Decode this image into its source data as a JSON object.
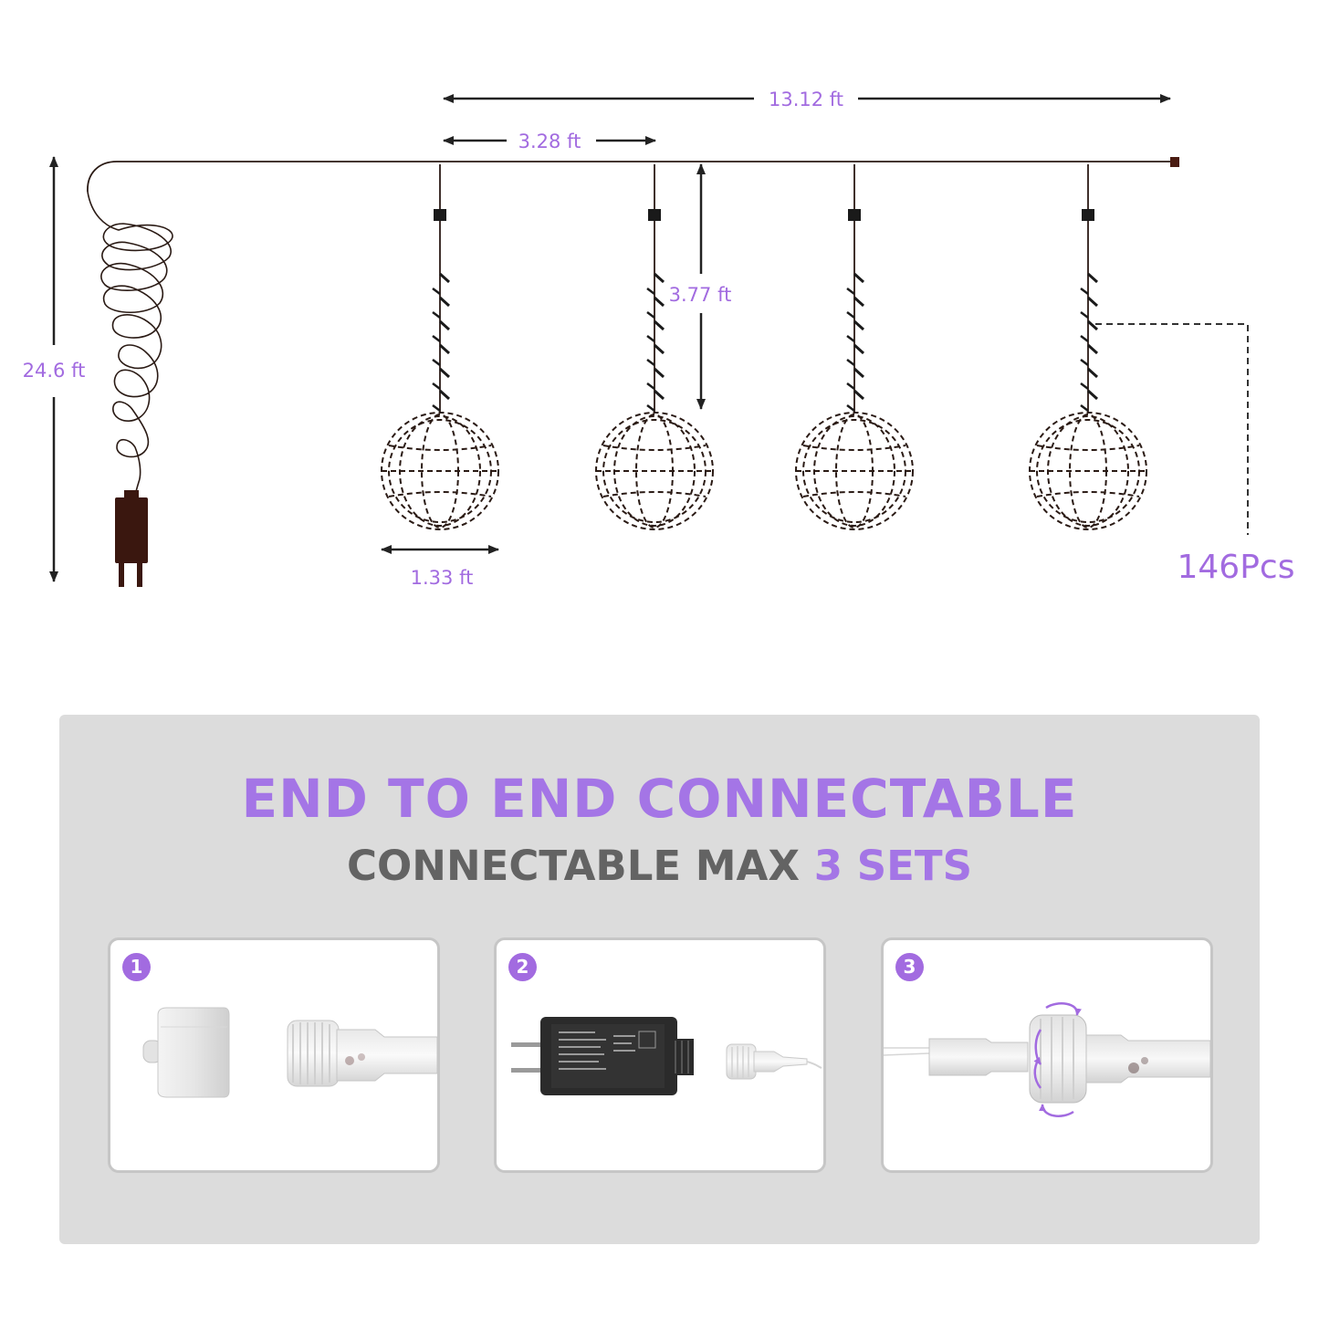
{
  "dimensions": {
    "total_length": "13.12 ft",
    "spacing": "3.28 ft",
    "drop_length": "3.77 ft",
    "lead_cord": "24.6 ft",
    "ball_diameter": "1.33 ft",
    "led_count": "146Pcs"
  },
  "colors": {
    "accent": "#a475e6",
    "dimension_text": "#a26be0",
    "wire": "#2a1a14",
    "subtitle_gray": "#636363",
    "panel_bg": "#dcdcdc"
  },
  "panel": {
    "headline": "END TO END CONNECTABLE",
    "subline_prefix": "CONNECTABLE MAX ",
    "subline_accent": "3 SETS"
  },
  "steps": [
    {
      "number": "1",
      "icon": "end-cap-and-male-connector-icon"
    },
    {
      "number": "2",
      "icon": "power-adapter-and-connector-icon"
    },
    {
      "number": "3",
      "icon": "twist-lock-connector-icon"
    }
  ]
}
